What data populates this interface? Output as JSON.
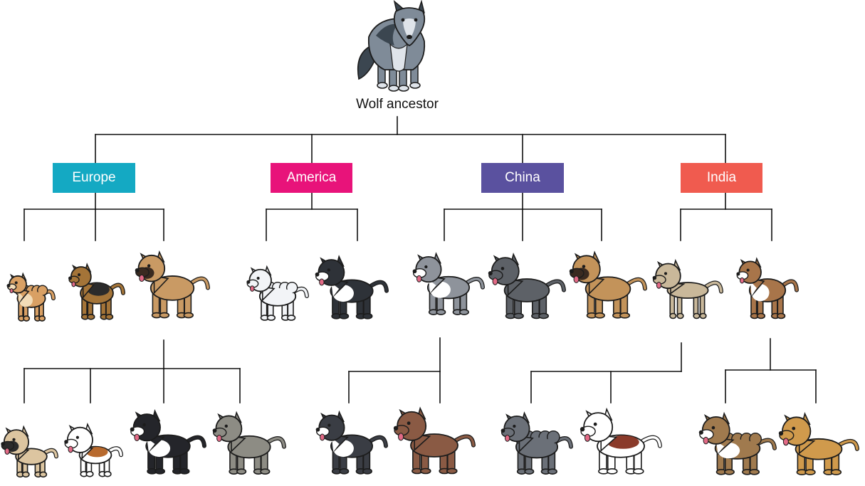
{
  "root": {
    "label": "Wolf ancestor",
    "icon": "wolf-icon"
  },
  "colors": {
    "line": "#111111",
    "Europe": "#14a9c3",
    "America": "#e8137a",
    "China": "#5a519f",
    "India": "#f05b4f"
  },
  "regions": [
    {
      "label": "Europe"
    },
    {
      "label": "America"
    },
    {
      "label": "China"
    },
    {
      "label": "India"
    }
  ],
  "breeds": [
    {
      "id": "pomeranian",
      "region": "Europe",
      "color": "#d9a064",
      "belly": "#f2dcb8",
      "fluffy": true
    },
    {
      "id": "airedale-terrier",
      "region": "Europe",
      "color": "#a47438",
      "saddle": "#2b2b2b"
    },
    {
      "id": "mastiff",
      "region": "Europe",
      "color": "#c99a64",
      "face": "#3a2a20"
    },
    {
      "id": "samoyed",
      "region": "America",
      "color": "#f2f4f7",
      "fluffy": true
    },
    {
      "id": "border-collie",
      "region": "America",
      "color": "#2e3238",
      "belly": "#ffffff"
    },
    {
      "id": "pit-bull",
      "region": "China",
      "color": "#8e939b",
      "belly": "#ffffff"
    },
    {
      "id": "neapolitan-mastiff",
      "region": "China",
      "color": "#5d6167"
    },
    {
      "id": "shar-pei",
      "region": "China",
      "color": "#c3935a",
      "face": "#3a2a20"
    },
    {
      "id": "greyhound",
      "region": "India",
      "color": "#c9b89a",
      "slim": true
    },
    {
      "id": "boxer",
      "region": "India",
      "color": "#a8754a",
      "belly": "#ffffff"
    },
    {
      "id": "pug",
      "region": "Europe",
      "color": "#dcc5a0",
      "face": "#2b2b2b",
      "small": true
    },
    {
      "id": "bulldog",
      "region": "Europe",
      "color": "#ffffff",
      "saddle": "#b86a2e",
      "small": true
    },
    {
      "id": "bernese-mountain-dog",
      "region": "Europe",
      "color": "#24252a",
      "belly": "#ffffff"
    },
    {
      "id": "weimaraner",
      "region": "Europe",
      "color": "#8d8c84"
    },
    {
      "id": "siberian-husky",
      "region": "China",
      "color": "#3a3d44",
      "belly": "#ffffff"
    },
    {
      "id": "dingo-like-dog",
      "region": "China",
      "color": "#8a5a44"
    },
    {
      "id": "cocker-spaniel",
      "region": "India",
      "color": "#6b7078",
      "fluffy": true
    },
    {
      "id": "welsh-springer-spaniel",
      "region": "India",
      "color": "#ffffff",
      "saddle": "#8a3a2a"
    },
    {
      "id": "rough-collie",
      "region": "India",
      "color": "#a07a4e",
      "belly": "#ffffff",
      "fluffy": true
    },
    {
      "id": "golden-retriever",
      "region": "India",
      "color": "#d09a4c"
    }
  ]
}
